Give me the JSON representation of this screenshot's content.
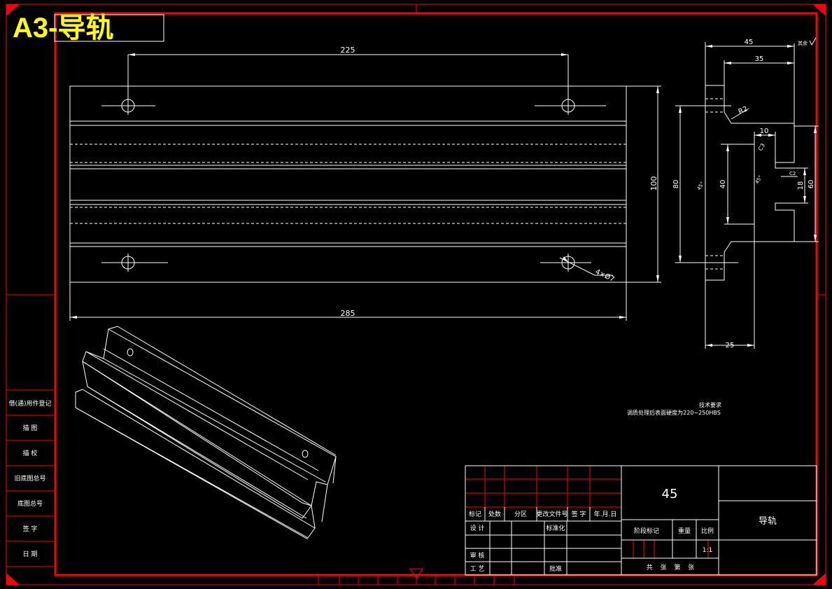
{
  "title": {
    "prefix": "A3-",
    "name": "导轨"
  },
  "dimensions": {
    "top_hole_spacing": "225",
    "overall_length": "285",
    "height_front": "100",
    "hole_callout": "4×Ø7",
    "side_width": "45",
    "side_width_inner": "35",
    "side_radius": "R2",
    "slot_width": "10",
    "slot_small": "C3",
    "side_height": "80",
    "inner_height": "40",
    "groove_depth": "18",
    "right_height": "60",
    "bottom_width": "25",
    "chamfer_label": "C2",
    "angle_a": "45°",
    "angle_b": "45°",
    "roughness_note": "其余"
  },
  "tech_requirements": {
    "heading": "技术要求",
    "line1": "调质处理后表面硬度为220~250HBS"
  },
  "side_table": [
    "借(通)用件登记",
    "描 图",
    "描 校",
    "旧底图总号",
    "底图总号",
    "签 字",
    "日 期"
  ],
  "title_block": {
    "material": "45",
    "part_name": "导轨",
    "header_row": [
      "标记",
      "处数",
      "分区",
      "更改文件号",
      "签 字",
      "年.月.日"
    ],
    "design": "设 计",
    "standardize": "标准化",
    "audit": "审 核",
    "process": "工 艺",
    "approve": "批准",
    "stage_mark": "阶段标记",
    "weight": "重量",
    "scale_label": "比例",
    "scale_value": "1:1",
    "sheets": "共 张 第 张"
  }
}
